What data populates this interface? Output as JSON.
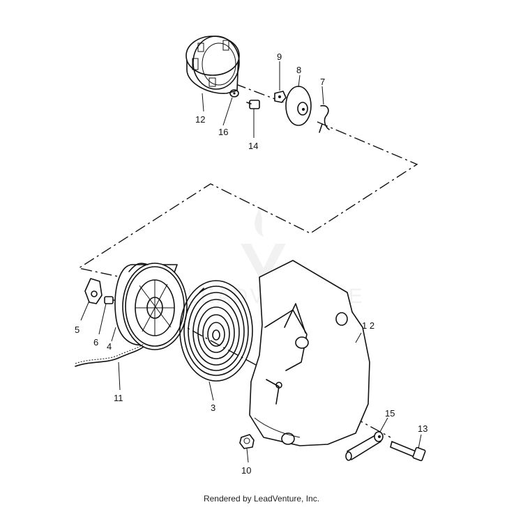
{
  "callouts": {
    "c12_top": "12",
    "c16": "16",
    "c14": "14",
    "c9": "9",
    "c8": "8",
    "c7": "7",
    "c5": "5",
    "c6": "6",
    "c4": "4",
    "c11": "11",
    "c3": "3",
    "c12_bottom": "1 2",
    "c15": "15",
    "c13": "13",
    "c10": "10"
  },
  "watermark": "LEADVENTURE",
  "footer": "Rendered by LeadVenture, Inc."
}
